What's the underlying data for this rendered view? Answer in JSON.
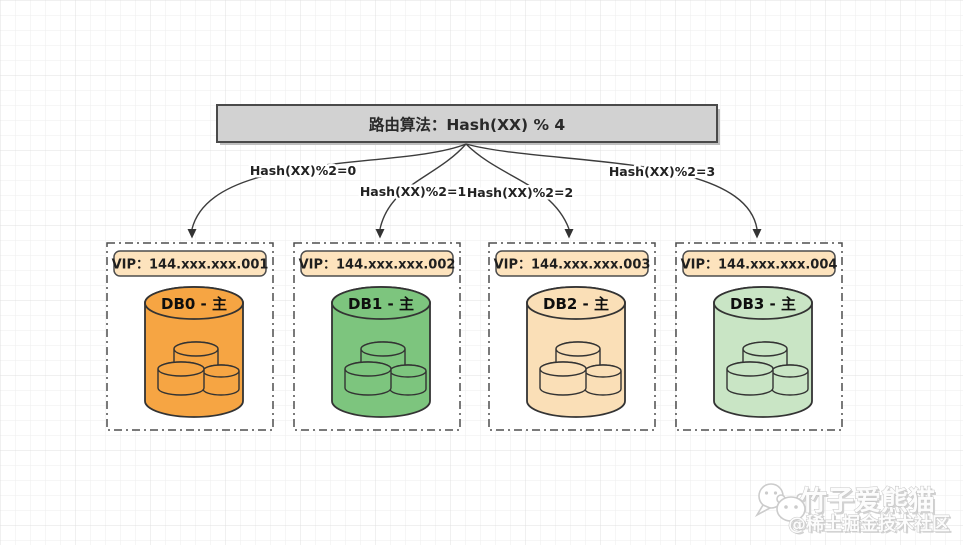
{
  "router": {
    "label": "路由算法：Hash(XX) % 4"
  },
  "edges": [
    {
      "label": "Hash(XX)%2=0"
    },
    {
      "label": "Hash(XX)%2=1"
    },
    {
      "label": "Hash(XX)%2=2"
    },
    {
      "label": "Hash(XX)%2=3"
    }
  ],
  "shards": [
    {
      "vip": "VIP：144.xxx.xxx.001",
      "db": "DB0 - 主",
      "color": "#f6a543"
    },
    {
      "vip": "VIP：144.xxx.xxx.002",
      "db": "DB1 - 主",
      "color": "#7dc57e"
    },
    {
      "vip": "VIP：144.xxx.xxx.003",
      "db": "DB2 - 主",
      "color": "#fadfb7"
    },
    {
      "vip": "VIP：144.xxx.xxx.004",
      "db": "DB3 - 主",
      "color": "#c9e5c5"
    }
  ],
  "colors": {
    "router_fill": "#d2d2d2",
    "vip_box": "#fde3bd",
    "grid_minor": "#ededed",
    "grid_major": "#e0e0e0"
  },
  "watermark": {
    "title": "竹子爱熊猫",
    "community": "@稀土掘金技术社区"
  }
}
